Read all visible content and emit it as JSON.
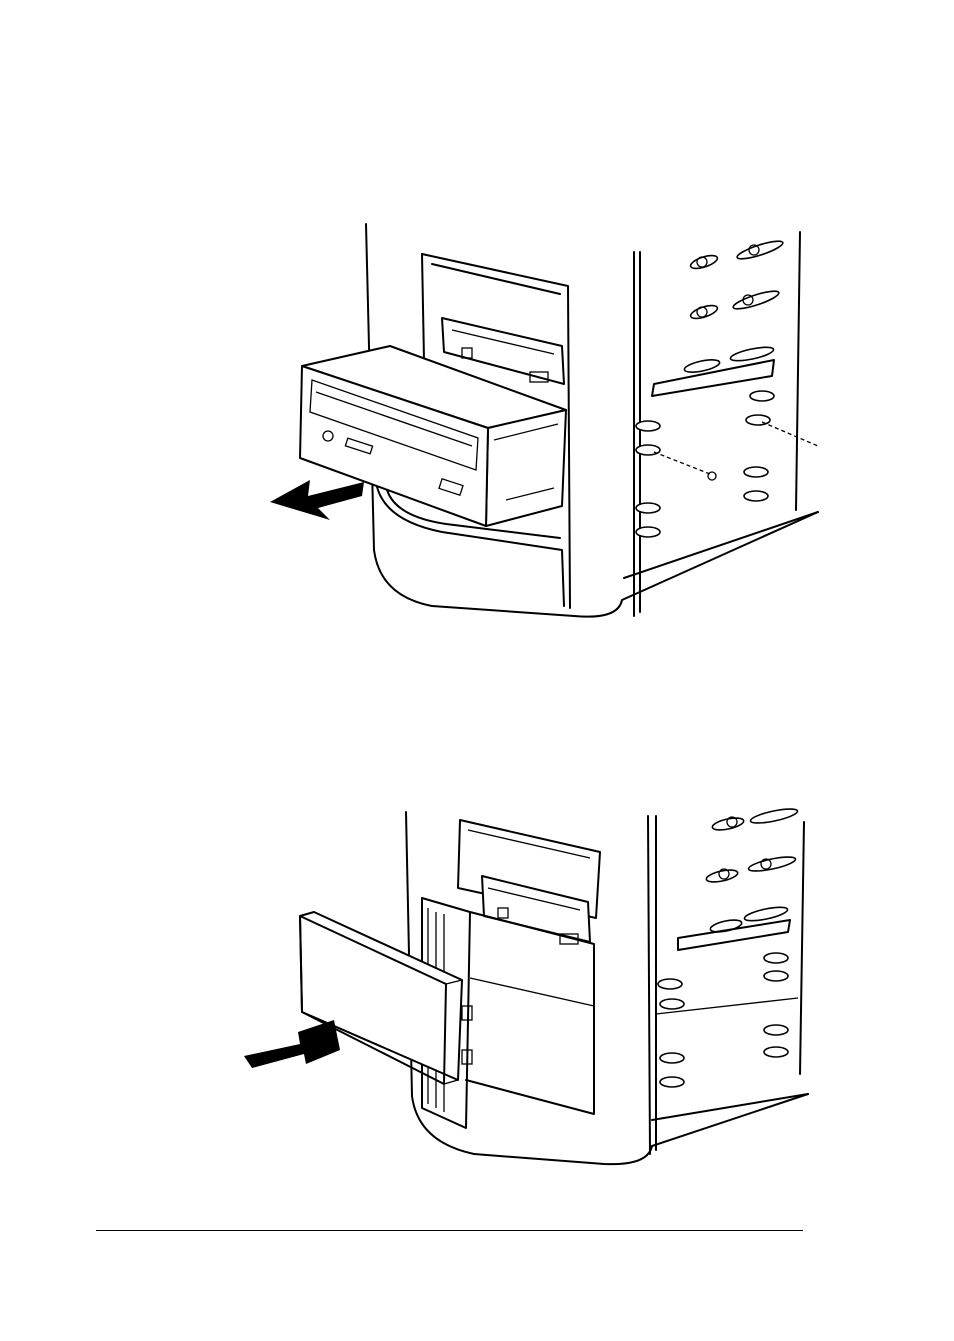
{
  "figures": [
    {
      "id": "remove-drive",
      "arrow_direction": "left"
    },
    {
      "id": "insert-cover",
      "arrow_direction": "right"
    }
  ]
}
